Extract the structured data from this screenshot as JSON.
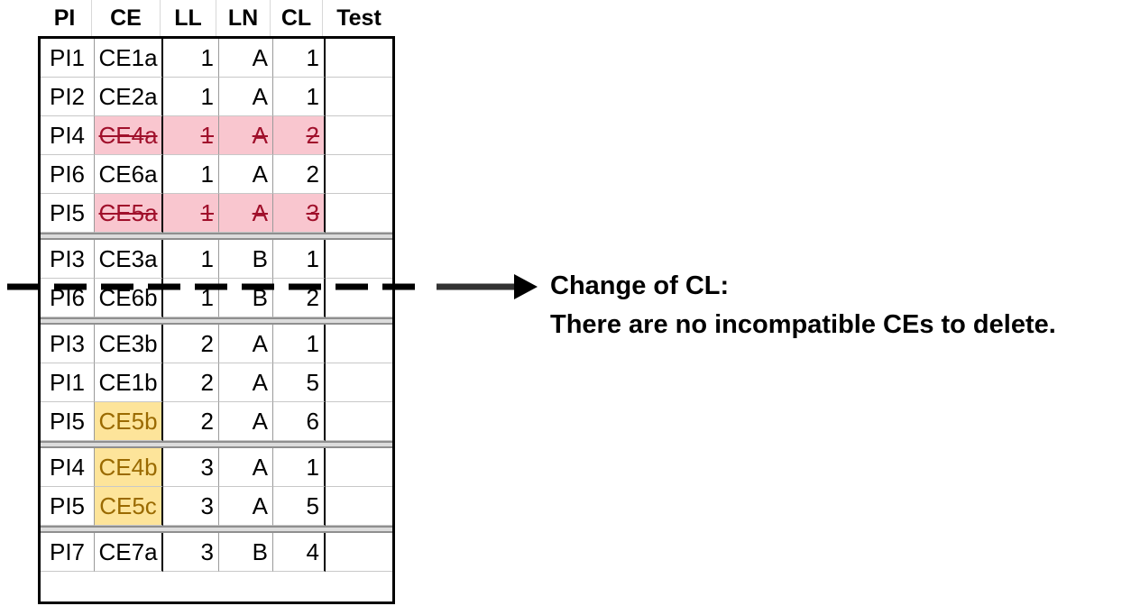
{
  "columns": [
    "PI",
    "CE",
    "LL",
    "LN",
    "CL",
    "Test"
  ],
  "groups": [
    [
      {
        "pi": "PI1",
        "ce": "CE1a",
        "ll": "1",
        "ln": "A",
        "cl": "1",
        "test": "",
        "status": "normal"
      },
      {
        "pi": "PI2",
        "ce": "CE2a",
        "ll": "1",
        "ln": "A",
        "cl": "1",
        "test": "",
        "status": "normal"
      },
      {
        "pi": "PI4",
        "ce": "CE4a",
        "ll": "1",
        "ln": "A",
        "cl": "2",
        "test": "",
        "status": "removed"
      },
      {
        "pi": "PI6",
        "ce": "CE6a",
        "ll": "1",
        "ln": "A",
        "cl": "2",
        "test": "",
        "status": "normal"
      },
      {
        "pi": "PI5",
        "ce": "CE5a",
        "ll": "1",
        "ln": "A",
        "cl": "3",
        "test": "",
        "status": "removed"
      }
    ],
    [
      {
        "pi": "PI3",
        "ce": "CE3a",
        "ll": "1",
        "ln": "B",
        "cl": "1",
        "test": "",
        "status": "normal"
      },
      {
        "pi": "PI6",
        "ce": "CE6b",
        "ll": "1",
        "ln": "B",
        "cl": "2",
        "test": "",
        "status": "normal"
      }
    ],
    [
      {
        "pi": "PI3",
        "ce": "CE3b",
        "ll": "2",
        "ln": "A",
        "cl": "1",
        "test": "",
        "status": "normal"
      },
      {
        "pi": "PI1",
        "ce": "CE1b",
        "ll": "2",
        "ln": "A",
        "cl": "5",
        "test": "",
        "status": "normal"
      },
      {
        "pi": "PI5",
        "ce": "CE5b",
        "ll": "2",
        "ln": "A",
        "cl": "6",
        "test": "",
        "status": "highlight"
      }
    ],
    [
      {
        "pi": "PI4",
        "ce": "CE4b",
        "ll": "3",
        "ln": "A",
        "cl": "1",
        "test": "",
        "status": "highlight"
      },
      {
        "pi": "PI5",
        "ce": "CE5c",
        "ll": "3",
        "ln": "A",
        "cl": "5",
        "test": "",
        "status": "highlight"
      }
    ],
    [
      {
        "pi": "PI7",
        "ce": "CE7a",
        "ll": "3",
        "ln": "B",
        "cl": "4",
        "test": "",
        "status": "normal"
      }
    ]
  ],
  "annotation": {
    "line1": "Change of CL:",
    "line2": "There are no incompatible CEs to delete."
  },
  "colors": {
    "removed_fill": "#f9c6cf",
    "removed_text": "#a0102b",
    "highlight_fill": "#fde49a",
    "highlight_text": "#9a6a00"
  }
}
